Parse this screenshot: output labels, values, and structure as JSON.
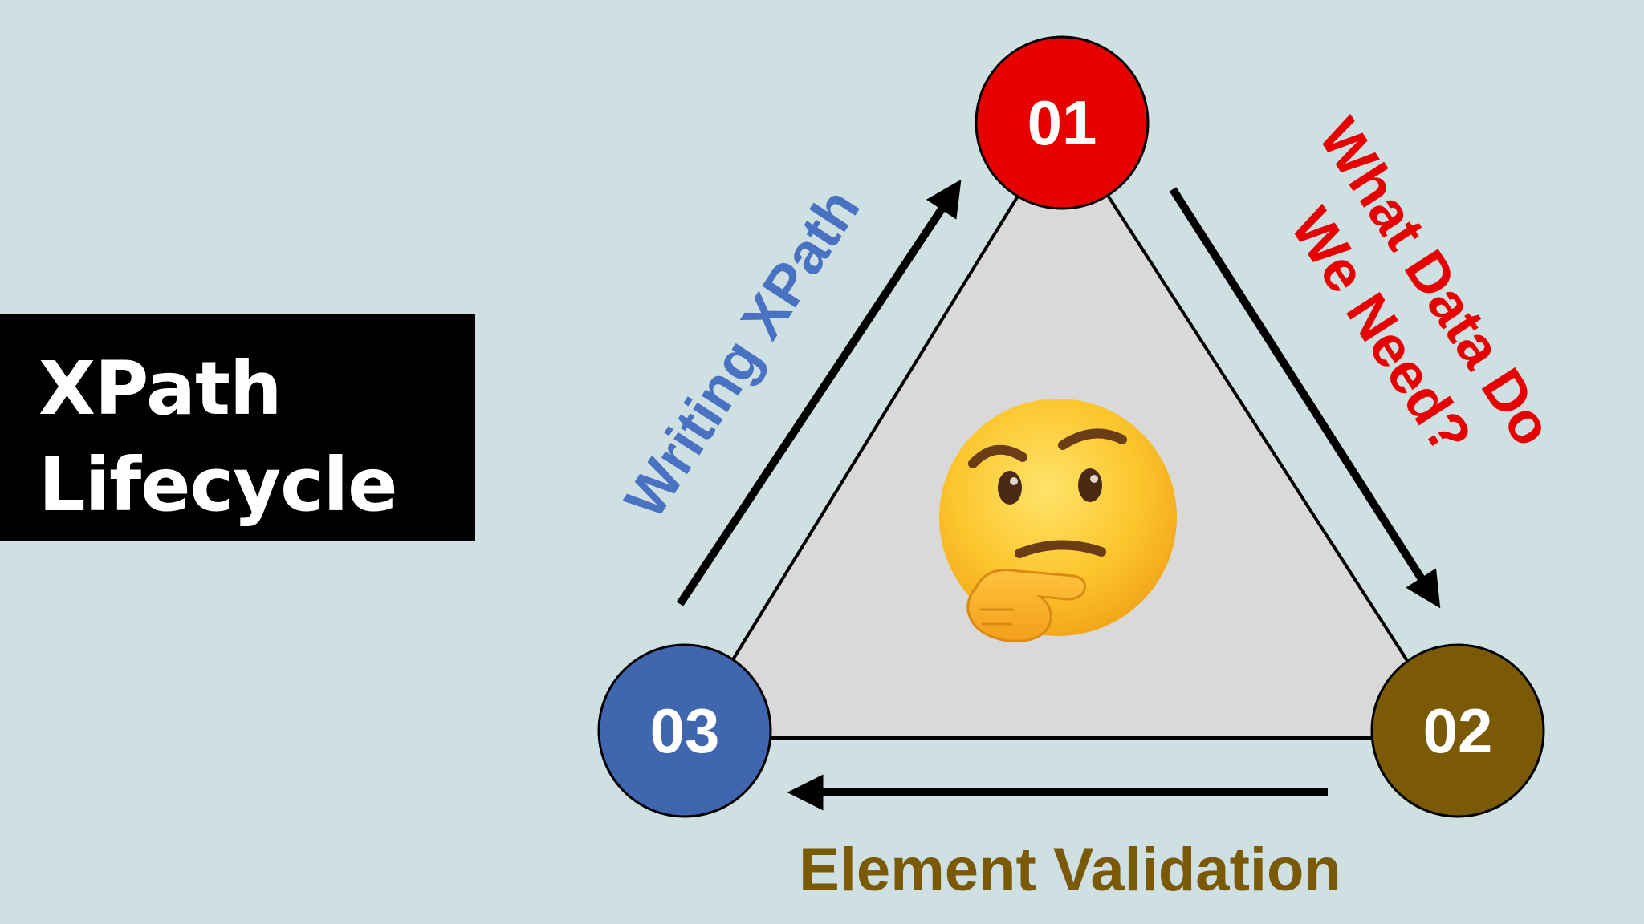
{
  "title": {
    "line1": "XPath",
    "line2": "Lifecycle"
  },
  "nodes": {
    "n1": {
      "label": "01",
      "color": "#e60000"
    },
    "n2": {
      "label": "02",
      "color": "#7a5a06"
    },
    "n3": {
      "label": "03",
      "color": "#4066b0"
    }
  },
  "edges": {
    "right": {
      "line1": "What Data Do",
      "line2": "We Need?",
      "color": "#e60000"
    },
    "bottom": {
      "label": "Element Validation",
      "color": "#7a5a06"
    },
    "left": {
      "label": "Writing XPath",
      "color": "#4a72c2"
    }
  },
  "center_icon": "thinking-face-icon",
  "colors": {
    "background": "#cfe0e3",
    "triangle_fill": "#d9d9d9"
  }
}
